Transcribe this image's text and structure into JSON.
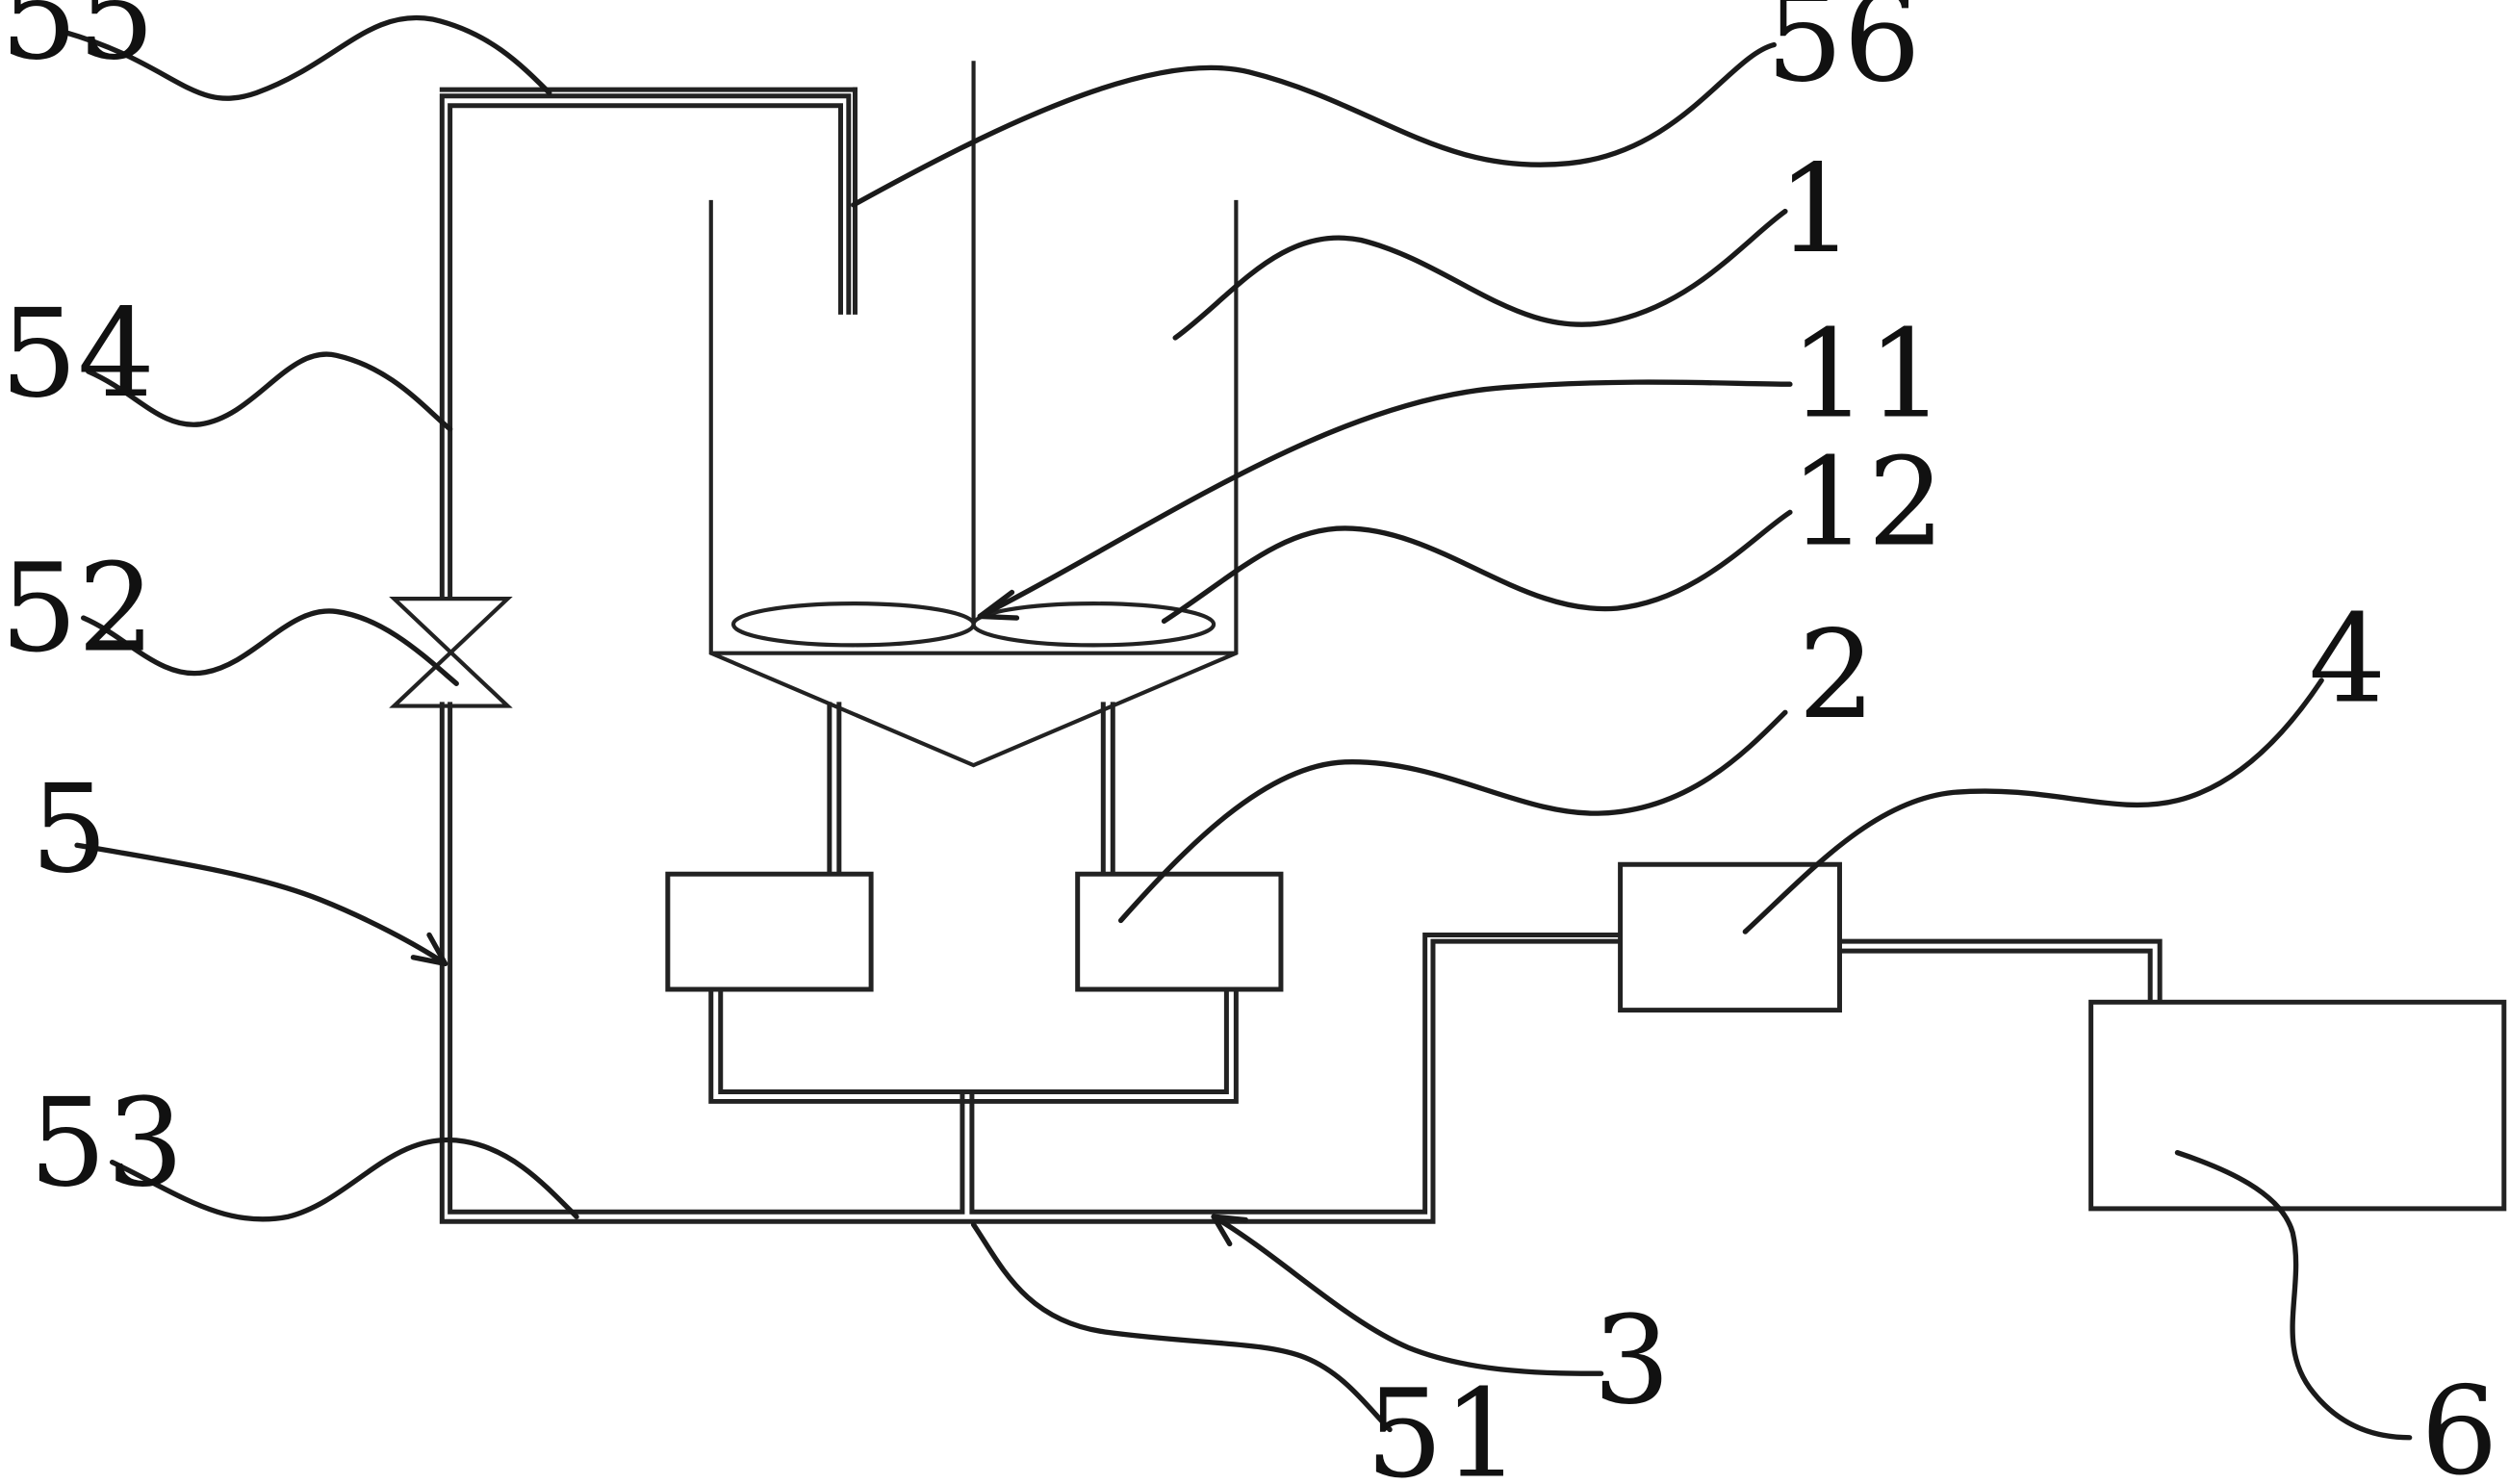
{
  "labels": {
    "l55": "55",
    "l56": "56",
    "l1": "1",
    "l11": "11",
    "l12": "12",
    "l54": "54",
    "l52": "52",
    "l2": "2",
    "l4": "4",
    "l5": "5",
    "l53": "53",
    "l3": "3",
    "l51": "51",
    "l6": "6"
  }
}
